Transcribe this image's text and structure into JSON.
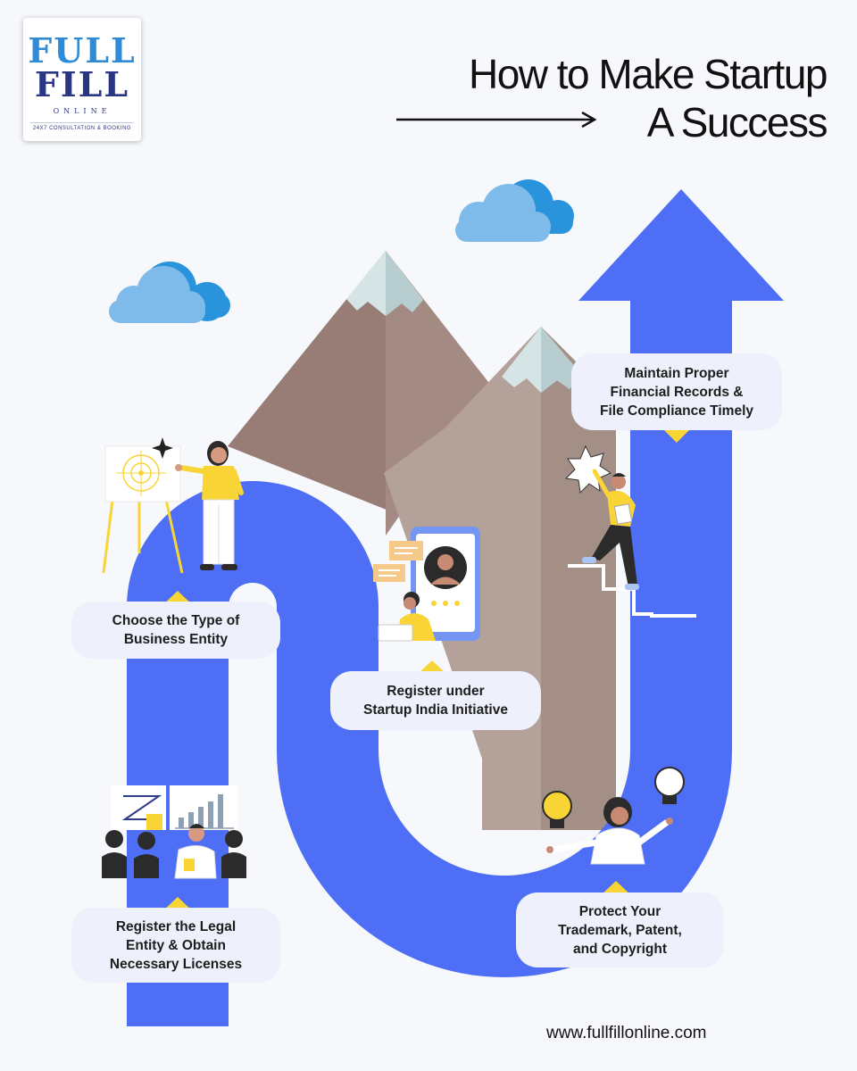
{
  "logo": {
    "line1": "FULL",
    "line2": "FILL",
    "subtitle": "ONLINE",
    "tagline": "24X7 CONSULTATION & BOOKING"
  },
  "title": {
    "line1": "How to Make Startup",
    "line2": "A Success"
  },
  "steps": [
    {
      "line1": "Register the Legal",
      "line2": "Entity & Obtain",
      "line3": "Necessary Licenses"
    },
    {
      "line1": "Choose the Type of",
      "line2": "Business Entity"
    },
    {
      "line1": "Register under",
      "line2": "Startup India Initiative"
    },
    {
      "line1": "Protect Your",
      "line2": "Trademark, Patent,",
      "line3": "and Copyright"
    },
    {
      "line1": "Maintain Proper",
      "line2": "Financial Records &",
      "line3": "File Compliance Timely"
    }
  ],
  "website": "www.fullfillonline.com",
  "colors": {
    "background": "#f6f8fc",
    "path": "#4d6ef5",
    "accent": "#f8d435",
    "label_bg": "#eef1fb",
    "mountain_dark": "#9a8079",
    "mountain_light": "#b7a49c",
    "snow": "#d5e4e5",
    "cloud_front": "#7ebbea",
    "cloud_back": "#2993db"
  },
  "icons": [
    "cloud-icon",
    "mountain-icon",
    "presenter-icon",
    "meeting-icon",
    "phone-call-icon",
    "climber-icon",
    "lightbulb-icon"
  ]
}
